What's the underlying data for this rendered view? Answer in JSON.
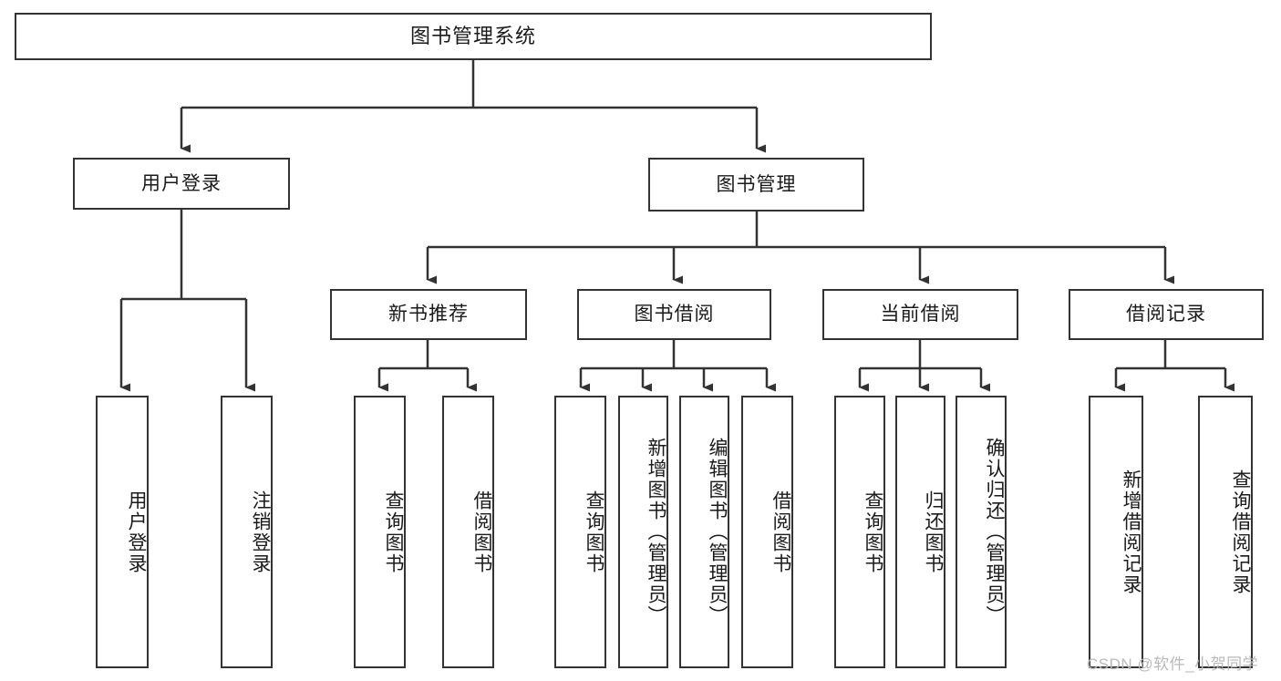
{
  "diagram": {
    "title": "图书管理系统",
    "type": "hierarchy-tree",
    "root": {
      "label": "图书管理系统"
    },
    "level2": [
      {
        "label": "用户登录"
      },
      {
        "label": "图书管理"
      }
    ],
    "level3": [
      {
        "label": "新书推荐"
      },
      {
        "label": "图书借阅"
      },
      {
        "label": "当前借阅"
      },
      {
        "label": "借阅记录"
      }
    ],
    "leaves": {
      "user_login": [
        {
          "label": "用户登录"
        },
        {
          "label": "注销登录"
        }
      ],
      "new_book_recommend": [
        {
          "label": "查询图书"
        },
        {
          "label": "借阅图书"
        }
      ],
      "book_borrow": [
        {
          "label": "查询图书"
        },
        {
          "label": "新增图书（管理员）"
        },
        {
          "label": "编辑图书（管理员）"
        },
        {
          "label": "借阅图书"
        }
      ],
      "current_borrow": [
        {
          "label": "查询图书"
        },
        {
          "label": "归还图书"
        },
        {
          "label": "确认归还（管理员）"
        }
      ],
      "borrow_record": [
        {
          "label": "新增借阅记录"
        },
        {
          "label": "查询借阅记录"
        }
      ]
    }
  },
  "watermark": {
    "text": "CSDN @软件_小贺同学"
  },
  "colors": {
    "stroke": "#333333",
    "box_fill": "#ffffff",
    "text": "#1a1a1a",
    "watermark": "#b9b9b9",
    "background": "#ffffff"
  }
}
